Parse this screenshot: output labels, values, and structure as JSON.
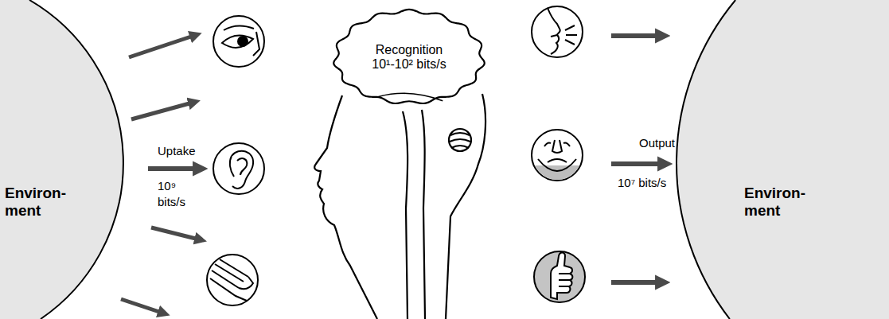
{
  "diagram": {
    "nodes": [
      {
        "text": [
          "Environ- ment"
        ]
      },
      {
        "text": [
          "Recognition 10¹-10² bits/s"
        ]
      },
      {
        "text": [
          "Environ- ment"
        ]
      }
    ],
    "labels": [
      "Uptake",
      "10⁹ bits/s",
      "Output",
      "10⁷ bits/s"
    ]
  }
}
